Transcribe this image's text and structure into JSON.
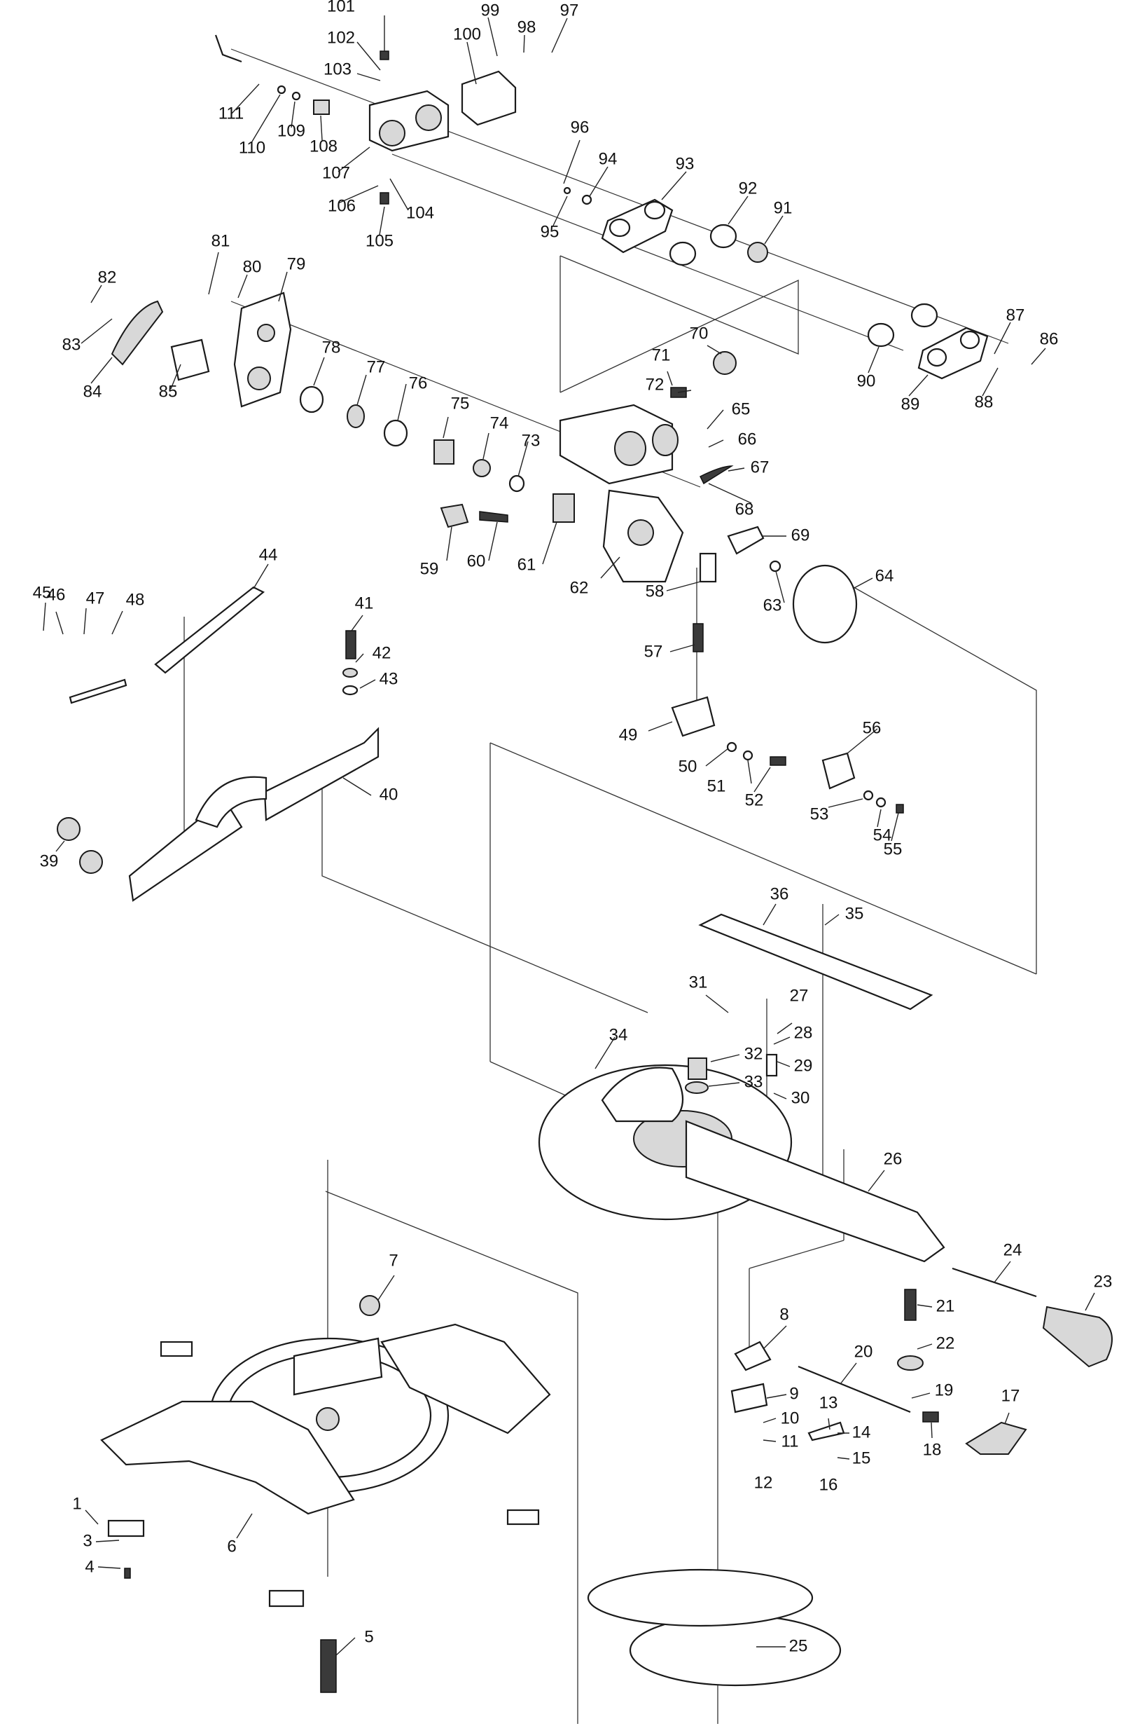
{
  "diagram": {
    "labels": [
      "1",
      "3",
      "4",
      "5",
      "6",
      "7",
      "8",
      "9",
      "10",
      "11",
      "12",
      "13",
      "14",
      "15",
      "16",
      "17",
      "18",
      "19",
      "20",
      "21",
      "22",
      "23",
      "24",
      "25",
      "26",
      "27",
      "28",
      "29",
      "30",
      "31",
      "32",
      "33",
      "34",
      "35",
      "36",
      "39",
      "40",
      "41",
      "42",
      "43",
      "44",
      "45",
      "46",
      "47",
      "48",
      "49",
      "50",
      "51",
      "52",
      "53",
      "54",
      "55",
      "56",
      "57",
      "58",
      "59",
      "60",
      "61",
      "62",
      "63",
      "64",
      "65",
      "66",
      "67",
      "68",
      "69",
      "70",
      "71",
      "72",
      "73",
      "74",
      "75",
      "76",
      "77",
      "78",
      "79",
      "80",
      "81",
      "82",
      "83",
      "84",
      "85",
      "86",
      "87",
      "88",
      "89",
      "90",
      "91",
      "92",
      "93",
      "94",
      "95",
      "96",
      "97",
      "98",
      "99",
      "100",
      "101",
      "102",
      "103",
      "104",
      "105",
      "106",
      "107",
      "108",
      "109",
      "110",
      "111"
    ]
  }
}
